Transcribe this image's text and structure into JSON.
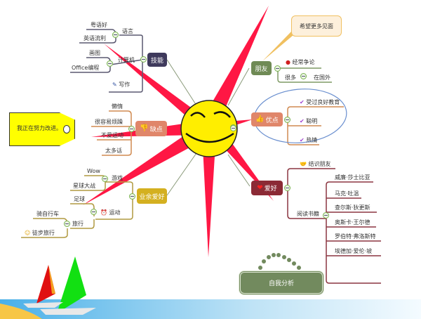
{
  "center": {
    "label": ""
  },
  "skills": {
    "label": "技能",
    "language": {
      "label": "语言",
      "items": [
        "粤语好",
        "英语流利"
      ]
    },
    "computer": {
      "label": "计算机",
      "items": [
        "画图",
        "Office编程"
      ]
    },
    "writing": "写作"
  },
  "weakness": {
    "label": "缺点",
    "items": [
      "懒惰",
      "很容易烦躁",
      "不爱运动",
      "太多话"
    ],
    "note": "我正在努力改进。"
  },
  "hobbies": {
    "label": "业余爱好",
    "games": {
      "label": "游戏",
      "items": [
        "Wow",
        "星球大战"
      ]
    },
    "sports": {
      "label": "运动",
      "items": [
        "足球"
      ],
      "travel": {
        "label": "旅行",
        "items": [
          "骑自行车",
          "徒步旅行"
        ]
      }
    }
  },
  "friends": {
    "label": "朋友",
    "items": [
      "经常争论"
    ],
    "many": "很多",
    "abroad": "在国外",
    "callout": "希望更多见面"
  },
  "strengths": {
    "label": "优点",
    "items": [
      "受过良好教育",
      "聪明",
      "热情"
    ]
  },
  "interests": {
    "label": "爱好",
    "meet": "结识朋友",
    "reading": {
      "label": "阅读书籍",
      "items": [
        "威廉·莎士比亚",
        "马克·吐温",
        "查尔斯·狄更斯",
        "奥斯卡·王尔德",
        "罗伯特·弗洛斯特",
        "埃德加·爱伦·坡"
      ]
    }
  },
  "summary": {
    "label": "自我分析"
  },
  "colors": {
    "skills": "#3f3a5c",
    "weakness": "#e0866a",
    "hobbies": "#d4b020",
    "friends": "#6f8a55",
    "strengths": "#e0866a",
    "interests": "#8b2a35",
    "summary": "#728a5e",
    "ray": "#ff1744"
  }
}
